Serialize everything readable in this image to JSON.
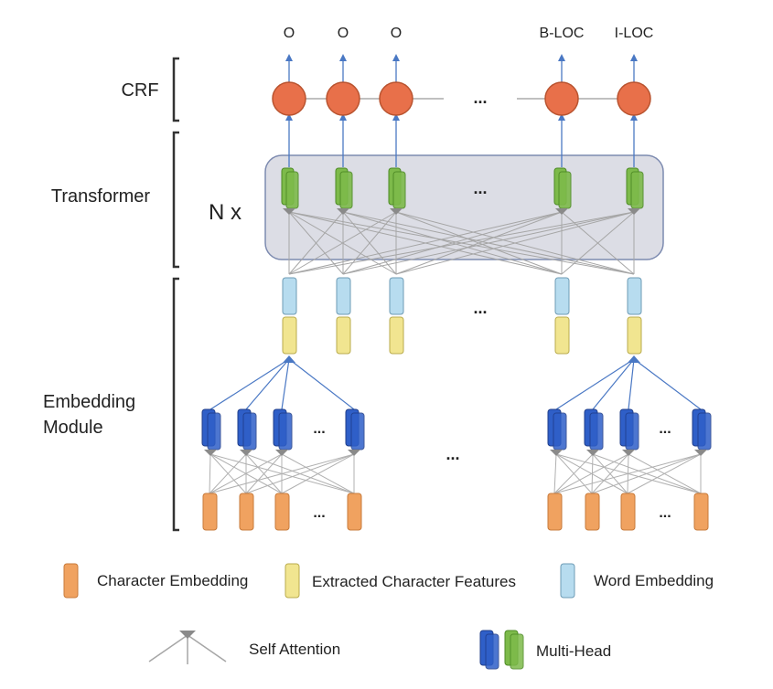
{
  "sections": {
    "crf": "CRF",
    "transformer": "Transformer",
    "embedding_line1": "Embedding",
    "embedding_line2": "Module"
  },
  "repeat_label": "N x",
  "output_tags": [
    "O",
    "O",
    "O",
    "",
    "B-LOC",
    "I-LOC"
  ],
  "ellipsis": "...",
  "legend": {
    "character_embedding": "Character Embedding",
    "extracted_features": "Extracted Character Features",
    "word_embedding": "Word Embedding",
    "self_attention": "Self Attention",
    "multihead": "Multi-Head"
  },
  "colors": {
    "crf_node": "#e8704a",
    "crf_stroke": "#b9532f",
    "transformer_box": "#dcdde5",
    "transformer_stroke": "#7d8bb0",
    "green_head": "#7dba4a",
    "blue_head": "#2f5fc8",
    "word_embedding": "#b7dcef",
    "extracted_feature": "#f1e590",
    "char_embedding": "#f0a260",
    "arrow": "#4a78c4",
    "attention_line": "#a6a6a6"
  }
}
